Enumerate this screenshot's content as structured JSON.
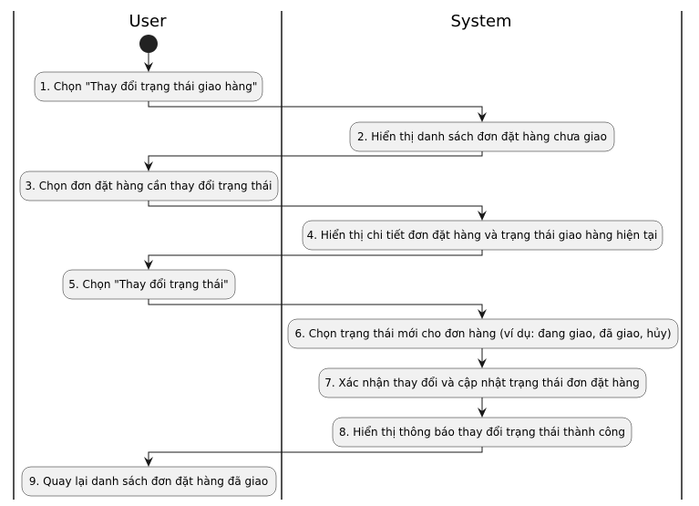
{
  "diagram": {
    "lanes": [
      {
        "id": "user",
        "title": "User"
      },
      {
        "id": "system",
        "title": "System"
      }
    ],
    "activities": [
      {
        "id": "a1",
        "lane": "user",
        "label": "1. Chọn \"Thay đổi trạng thái giao hàng\""
      },
      {
        "id": "a2",
        "lane": "system",
        "label": "2. Hiển thị danh sách đơn đặt hàng chưa giao"
      },
      {
        "id": "a3",
        "lane": "user",
        "label": "3. Chọn đơn đặt hàng cần thay đổi trạng thái"
      },
      {
        "id": "a4",
        "lane": "system",
        "label": "4. Hiển thị chi tiết đơn đặt hàng và trạng thái giao hàng hiện tại"
      },
      {
        "id": "a5",
        "lane": "user",
        "label": "5. Chọn \"Thay đổi trạng thái\""
      },
      {
        "id": "a6",
        "lane": "system",
        "label": "6. Chọn trạng thái mới cho đơn hàng (ví dụ: đang giao, đã giao, hủy)"
      },
      {
        "id": "a7",
        "lane": "system",
        "label": "7. Xác nhận thay đổi và cập nhật trạng thái đơn đặt hàng"
      },
      {
        "id": "a8",
        "lane": "system",
        "label": "8. Hiển thị thông báo thay đổi trạng thái thành công"
      },
      {
        "id": "a9",
        "lane": "user",
        "label": "9. Quay lại danh sách đơn đặt hàng đã giao"
      }
    ]
  }
}
